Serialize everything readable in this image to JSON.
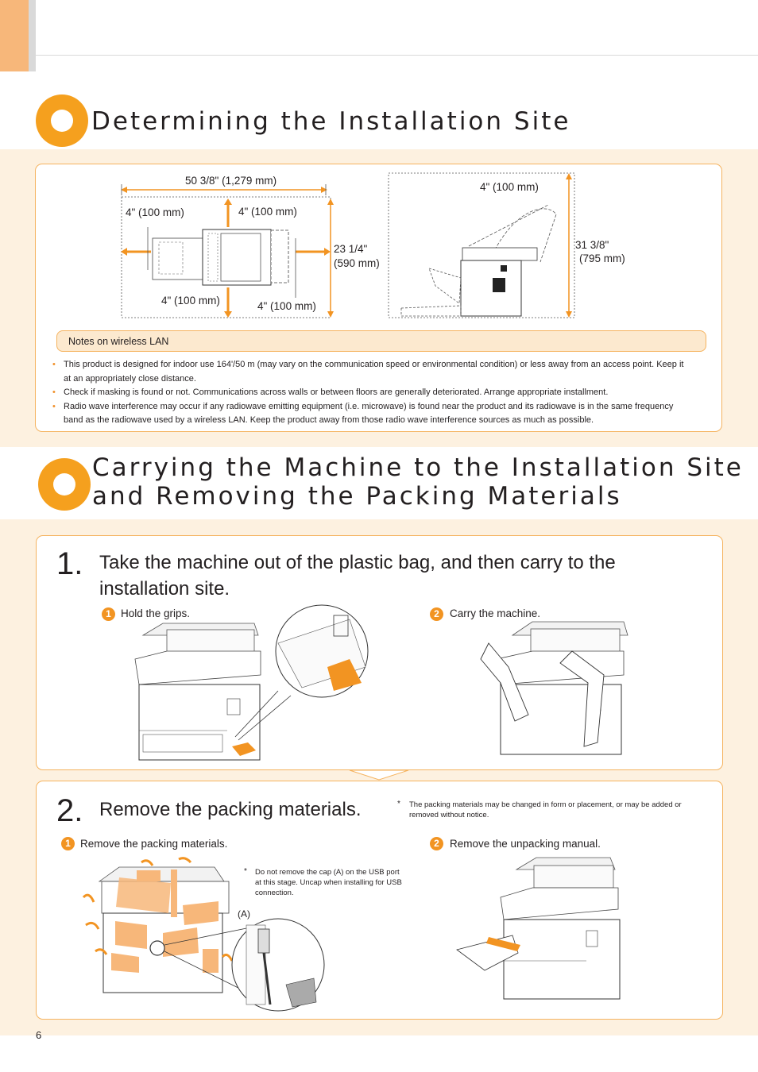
{
  "page_number": "6",
  "section1": {
    "title": "Determining the Installation Site",
    "diagram": {
      "width_label": "50 3/8\" (1,279 mm)",
      "left_clear": "4\" (100 mm)",
      "top_clear": "4\" (100 mm)",
      "bottom_left_clear": "4\" (100 mm)",
      "bottom_right_clear": "4\" (100 mm)",
      "depth_label_1": "23 1/4\"",
      "depth_label_2": "(590 mm)",
      "side_top_clear": "4\" (100 mm)",
      "height_label_1": "31 3/8\"",
      "height_label_2": "(795 mm)"
    },
    "notes_title": "Notes on wireless LAN",
    "notes": [
      "This product is designed for indoor use 164'/50 m (may vary on the communication speed or environmental condition) or less away from an access point. Keep it at an appropriately close distance.",
      "Check if masking is found or not. Communications across walls or between floors are generally deteriorated. Arrange appropriate installment.",
      "Radio wave interference may occur if any radiowave emitting equipment (i.e. microwave) is found near the product and its radiowave is in the same frequency band as the radiowave used by a wireless LAN. Keep the product away from those radio wave interference sources as much as possible."
    ]
  },
  "section2": {
    "title_line1": "Carrying the Machine to the Installation Site",
    "title_line2": "and Removing the Packing Materials",
    "step1": {
      "number": "1.",
      "title": "Take the machine out of the plastic bag, and then carry to the installation site.",
      "sub1_badge": "1",
      "sub1": "Hold the grips.",
      "sub2_badge": "2",
      "sub2": "Carry the machine."
    },
    "step2": {
      "number": "2.",
      "title": "Remove the packing materials.",
      "asterisk": "*",
      "note": "The packing materials may be changed in form or placement, or may be added or removed without notice.",
      "sub1_badge": "1",
      "sub1": "Remove the packing materials.",
      "sub2_badge": "2",
      "sub2": "Remove the unpacking manual.",
      "usb_asterisk": "*",
      "usb_note": "Do not remove the cap (A) on the USB port at this stage. Uncap when installing for USB connection.",
      "cap_label": "(A)"
    }
  },
  "colors": {
    "accent": "#f5a01e",
    "band": "#fdf1e0",
    "border": "#f5b35f",
    "tab": "#f7b77a"
  }
}
